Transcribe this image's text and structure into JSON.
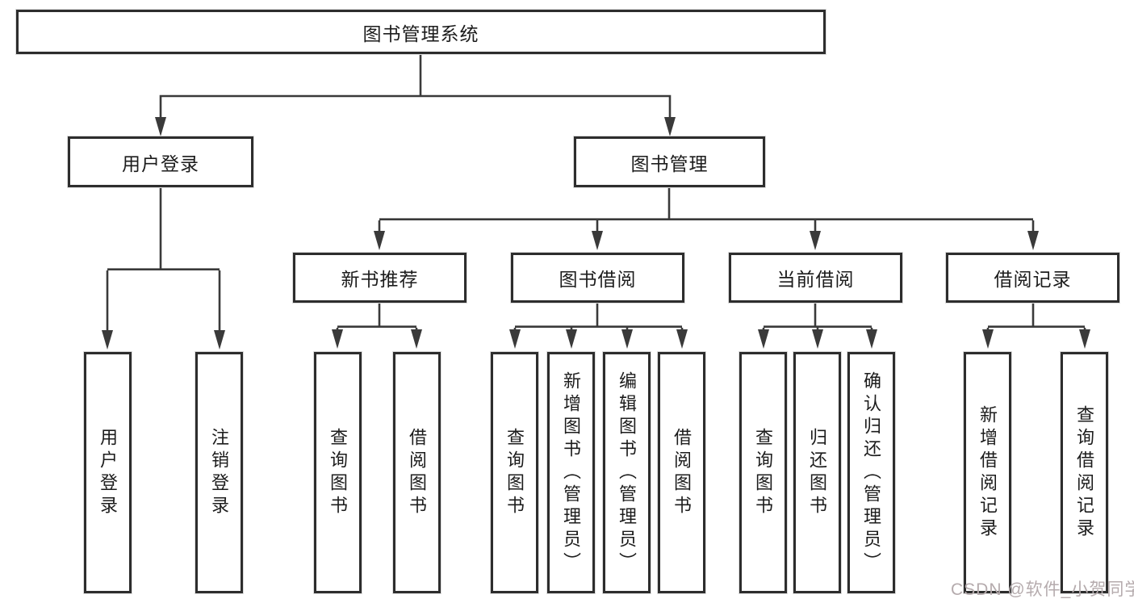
{
  "tree": {
    "root": {
      "label": "图书管理系统"
    },
    "branches": [
      {
        "label": "用户登录",
        "children": [
          {
            "label": "用户登录"
          },
          {
            "label": "注销登录"
          }
        ]
      },
      {
        "label": "图书管理",
        "children": [
          {
            "label": "新书推荐",
            "children": [
              {
                "label": "查询图书"
              },
              {
                "label": "借阅图书"
              }
            ]
          },
          {
            "label": "图书借阅",
            "children": [
              {
                "label": "查询图书"
              },
              {
                "label": "新增图书（管理员）"
              },
              {
                "label": "编辑图书（管理员）"
              },
              {
                "label": "借阅图书"
              }
            ]
          },
          {
            "label": "当前借阅",
            "children": [
              {
                "label": "查询图书"
              },
              {
                "label": "归还图书"
              },
              {
                "label": "确认归还（管理员）"
              }
            ]
          },
          {
            "label": "借阅记录",
            "children": [
              {
                "label": "新增借阅记录"
              },
              {
                "label": "查询借阅记录"
              }
            ]
          }
        ]
      }
    ]
  },
  "watermark": "CSDN @软件_小贺同学",
  "colors": {
    "line": "#3a3a3a",
    "border": "#2d2d2d",
    "text": "#1c1c1c",
    "watermark": "#b5abad",
    "background": "#ffffff"
  }
}
